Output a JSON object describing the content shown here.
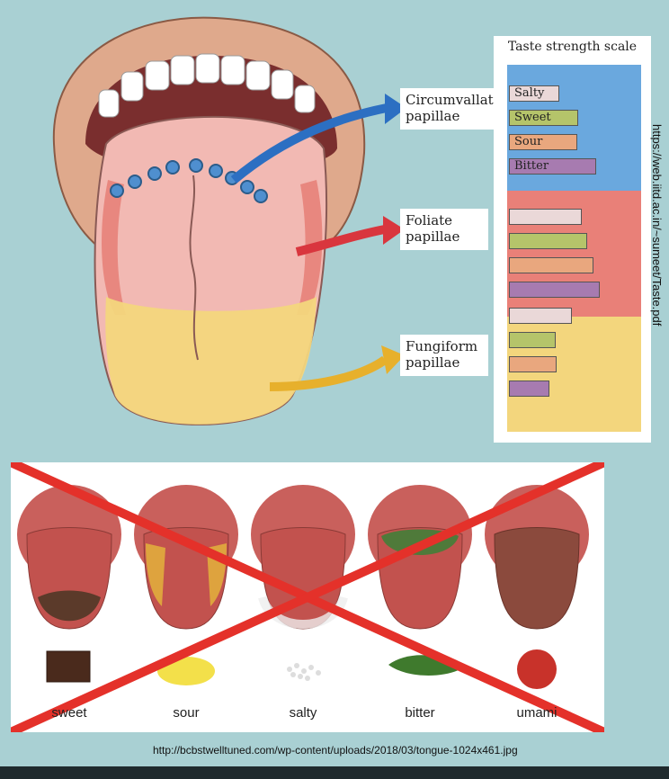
{
  "labels": {
    "circumvallate": "Circumvallate papillae",
    "foliate": "Foliate papillae",
    "fungiform": "Fungiform papillae"
  },
  "scale": {
    "title": "Taste strength scale",
    "tastes": [
      "Salty",
      "Sweet",
      "Sour",
      "Bitter"
    ],
    "colors": {
      "salty": "#ead8d8",
      "sweet": "#b5c46a",
      "sour": "#e9a77e",
      "bitter": "#a77bb0",
      "band_circumvallate": "#6aa8de",
      "band_foliate": "#e98078",
      "band_fungiform": "#f3d67d"
    },
    "strengths": {
      "circumvallate": [
        0.4,
        0.55,
        0.54,
        0.69
      ],
      "foliate": [
        0.58,
        0.62,
        0.67,
        0.72
      ],
      "fungiform": [
        0.5,
        0.37,
        0.38,
        0.32
      ]
    }
  },
  "side_url": "https://web.iitd.ac.in/~sumeet/Taste.pdf",
  "bottom": {
    "tastes": [
      "sweet",
      "sour",
      "salty",
      "bitter",
      "umami"
    ],
    "cross_color": "#e4312a"
  },
  "source_url": "http://bcbstwelltuned.com/wp-content/uploads/2018/03/tongue-1024x461.jpg"
}
